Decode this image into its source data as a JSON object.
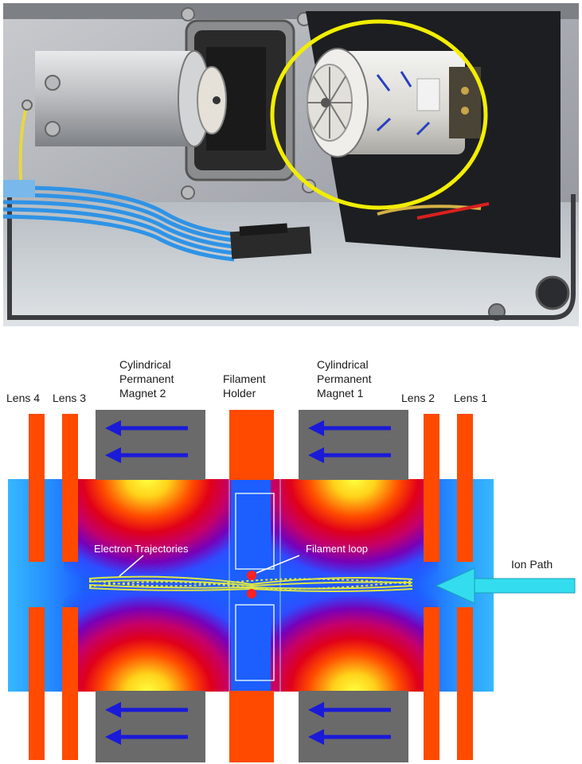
{
  "labels": {
    "magnet2": [
      "Cylindrical",
      "Permanent",
      "Magnet 2"
    ],
    "filament_holder": [
      "Filament",
      "Holder"
    ],
    "magnet1": [
      "Cylindrical",
      "Permanent",
      "Magnet 1"
    ],
    "lens4": "Lens 4",
    "lens3": "Lens 3",
    "lens2": "Lens 2",
    "lens1": "Lens 1",
    "electron_trajectories": "Electron Trajectories",
    "filament_loop": "Filament loop",
    "ion_path": "Ion Path"
  },
  "colors": {
    "lens": "#ff4a00",
    "magnet": "#6a6a6a",
    "magnet_arrow": "#1a1ad8",
    "field_low": "#1e5cff",
    "field_high": "#ffff40",
    "ion_arrow": "#33ddee",
    "trajectory": "#e8ef3a",
    "filament": "#ff2020",
    "highlight_ring": "#f2ee00"
  },
  "icons": {
    "magnet_arrows": "arrow-left-icon",
    "ion_path": "arrow-left-icon"
  }
}
